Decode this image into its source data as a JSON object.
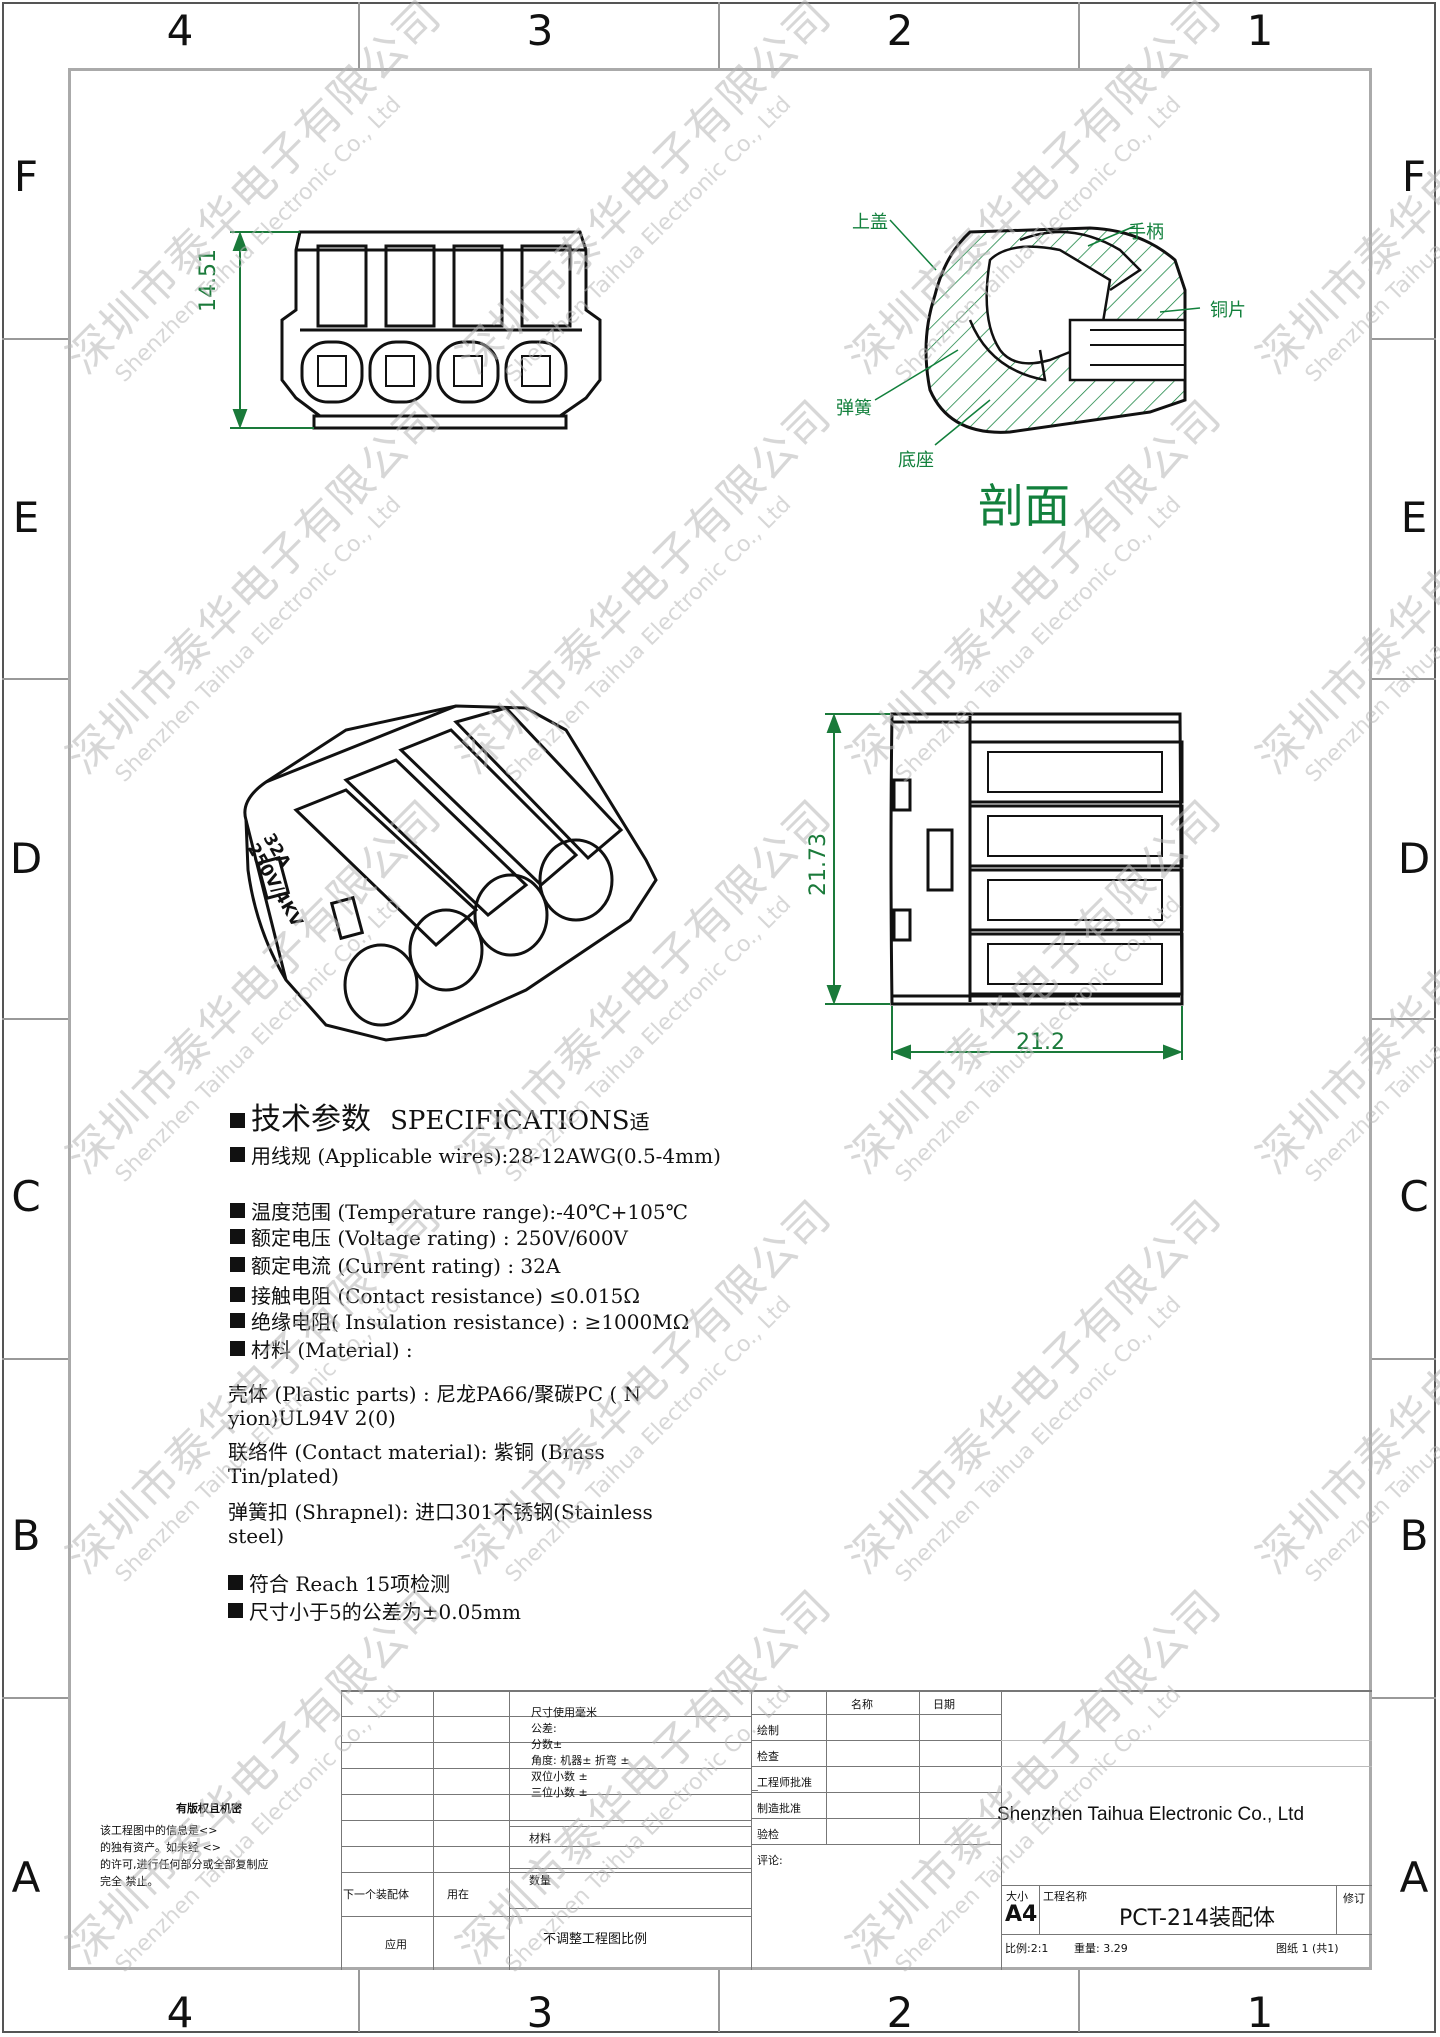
{
  "zones": {
    "columns": [
      "4",
      "3",
      "2",
      "1"
    ],
    "rows": [
      "F",
      "E",
      "D",
      "C",
      "B",
      "A"
    ]
  },
  "watermark": {
    "cn": "深圳市泰华电子有限公司",
    "en": "Shenzhen Taihua Electronic Co., Ltd"
  },
  "views": {
    "front_height": "14.51",
    "side_height": "21.73",
    "side_width": "21.2",
    "section_title": "剖面",
    "section_labels": {
      "top_cover": "上盖",
      "handle": "手柄",
      "copper": "铜片",
      "spring": "弹簧",
      "base": "底座"
    },
    "iso_text_1": "32A",
    "iso_text_2": "250V/4KV"
  },
  "colors": {
    "dimension": "#1a7a3a",
    "section": "#12803c",
    "outline": "#111111",
    "frame": "#aaaaaa"
  },
  "specs": {
    "heading_cn": "技术参数",
    "heading_en": "SPECIFICATIONS",
    "heading_tail": "适",
    "wires": "用线规 (Applicable wires):28-12AWG(0.5-4mm)",
    "temp": "温度范围 (Temperature range):-40℃+105℃",
    "voltage": "额定电压  (Voltage rating) : 250V/600V",
    "current": "额定电流  (Current rating) : 32A",
    "contact": "接触电阻  (Contact resistance) ≤0.015Ω",
    "insulation": "绝缘电阻( Insulation resistance) : ≥1000MΩ",
    "material": "材料 (Material) :",
    "plastic_1": "壳体 (Plastic parts)  : 尼龙PA66/聚碳PC ( N",
    "plastic_2": "yion)UL94V 2(0)",
    "contactmat_1": "联络件 (Contact material): 紫铜 (Brass",
    "contactmat_2": "Tin/plated)",
    "shrapnel_1": "弹簧扣 (Shrapnel): 进口301不锈钢(Stainless",
    "shrapnel_2": "steel)",
    "reach": "符合 Reach  15项检测",
    "tolerance": "尺寸小于5的公差为±0.05mm"
  },
  "title_block": {
    "rights_title": "有版权且机密",
    "rights_l1": "该工程图中的信息是<>",
    "rights_l2": "的独有资产。如未经 <>",
    "rights_l3": "的许可,进行任何部分或全部复制应",
    "rights_l4": "完全 禁止。",
    "next_assembly": "下一个装配体",
    "used_on": "用在",
    "application": "应用",
    "units": "尺寸使用毫米",
    "tolerance": "公差:",
    "fraction": "分数±",
    "angle": "角度: 机器±    折弯 ±",
    "two_dec": "双位小数   ±",
    "three_dec": "三位小数  ±",
    "material": "材料",
    "quantity": "数量",
    "no_scale": "不调整工程图比例",
    "col_name": "名称",
    "col_date": "日期",
    "drawn": "绘制",
    "checked": "检查",
    "eng_approval": "工程师批准",
    "mfg_approval": "制造批准",
    "qa": "验检",
    "comments": "评论:",
    "company": "Shenzhen Taihua Electronic Co., Ltd",
    "size_label": "大小",
    "size": "A4",
    "name_label": "工程名称",
    "drawing_name": "PCT-214装配体",
    "rev_label": "修订",
    "scale": "比例:2:1",
    "weight": "重量: 3.29",
    "sheet": "图纸 1 (共1)"
  }
}
